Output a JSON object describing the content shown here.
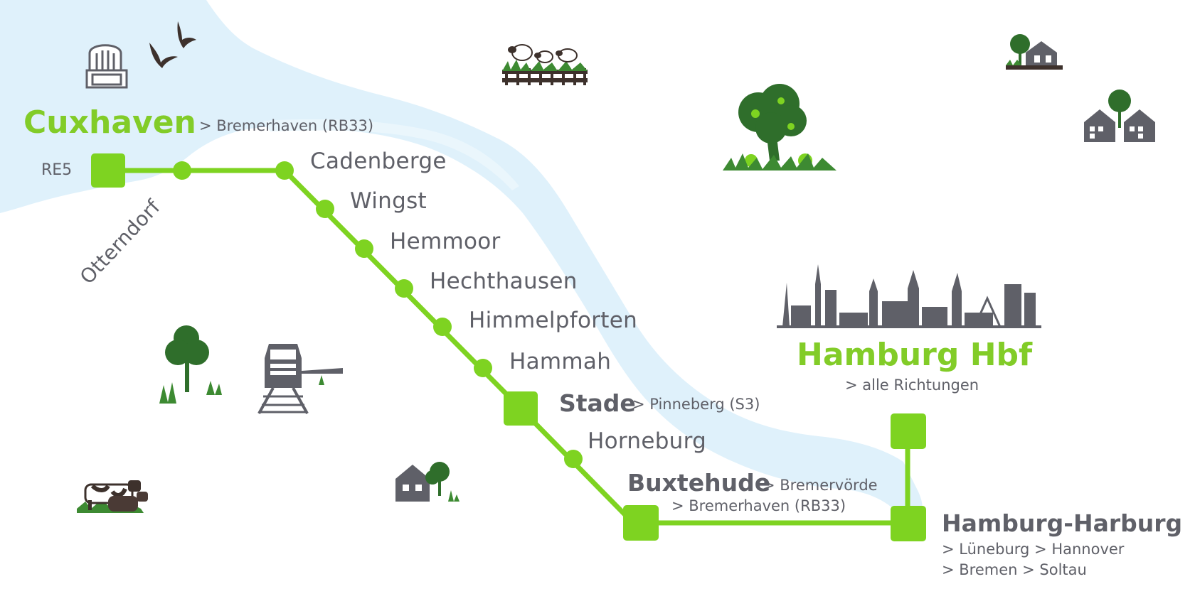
{
  "line": {
    "name": "RE5",
    "color": "#7ed321"
  },
  "colors": {
    "water": "#dff1fb",
    "text": "#5f6068",
    "accent": "#82cc28",
    "tree": "#2f6e2b",
    "icon": "#5f6068",
    "animal": "#4a3a35"
  },
  "stations": {
    "cuxhaven": {
      "name": "Cuxhaven",
      "connection": "> Bremerhaven (RB33)"
    },
    "otterndorf": {
      "name": "Otterndorf"
    },
    "cadenberge": {
      "name": "Cadenberge"
    },
    "wingst": {
      "name": "Wingst"
    },
    "hemmoor": {
      "name": "Hemmoor"
    },
    "hechthausen": {
      "name": "Hechthausen"
    },
    "himmelpforten": {
      "name": "Himmelpforten"
    },
    "hammah": {
      "name": "Hammah"
    },
    "stade": {
      "name": "Stade",
      "connection": "> Pinneberg (S3)"
    },
    "horneburg": {
      "name": "Horneburg"
    },
    "buxtehude": {
      "name": "Buxtehude",
      "connection_1": "> Bremervörde",
      "connection_2": "> Bremerhaven (RB33)"
    },
    "harburg": {
      "name": "Hamburg-Harburg",
      "connection_1": "> Lüneburg > Hannover",
      "connection_2": "> Bremen > Soltau"
    },
    "hbf": {
      "name": "Hamburg Hbf",
      "connection": "> alle Richtungen"
    }
  },
  "icons": [
    "beach-chair-icon",
    "birds-icon",
    "sheep-pasture-icon",
    "apple-tree-icon",
    "farmhouse-icon",
    "village-houses-icon",
    "hamburg-skyline-icon",
    "tree-icon",
    "train-icon",
    "cows-icon",
    "house-tree-icon"
  ]
}
